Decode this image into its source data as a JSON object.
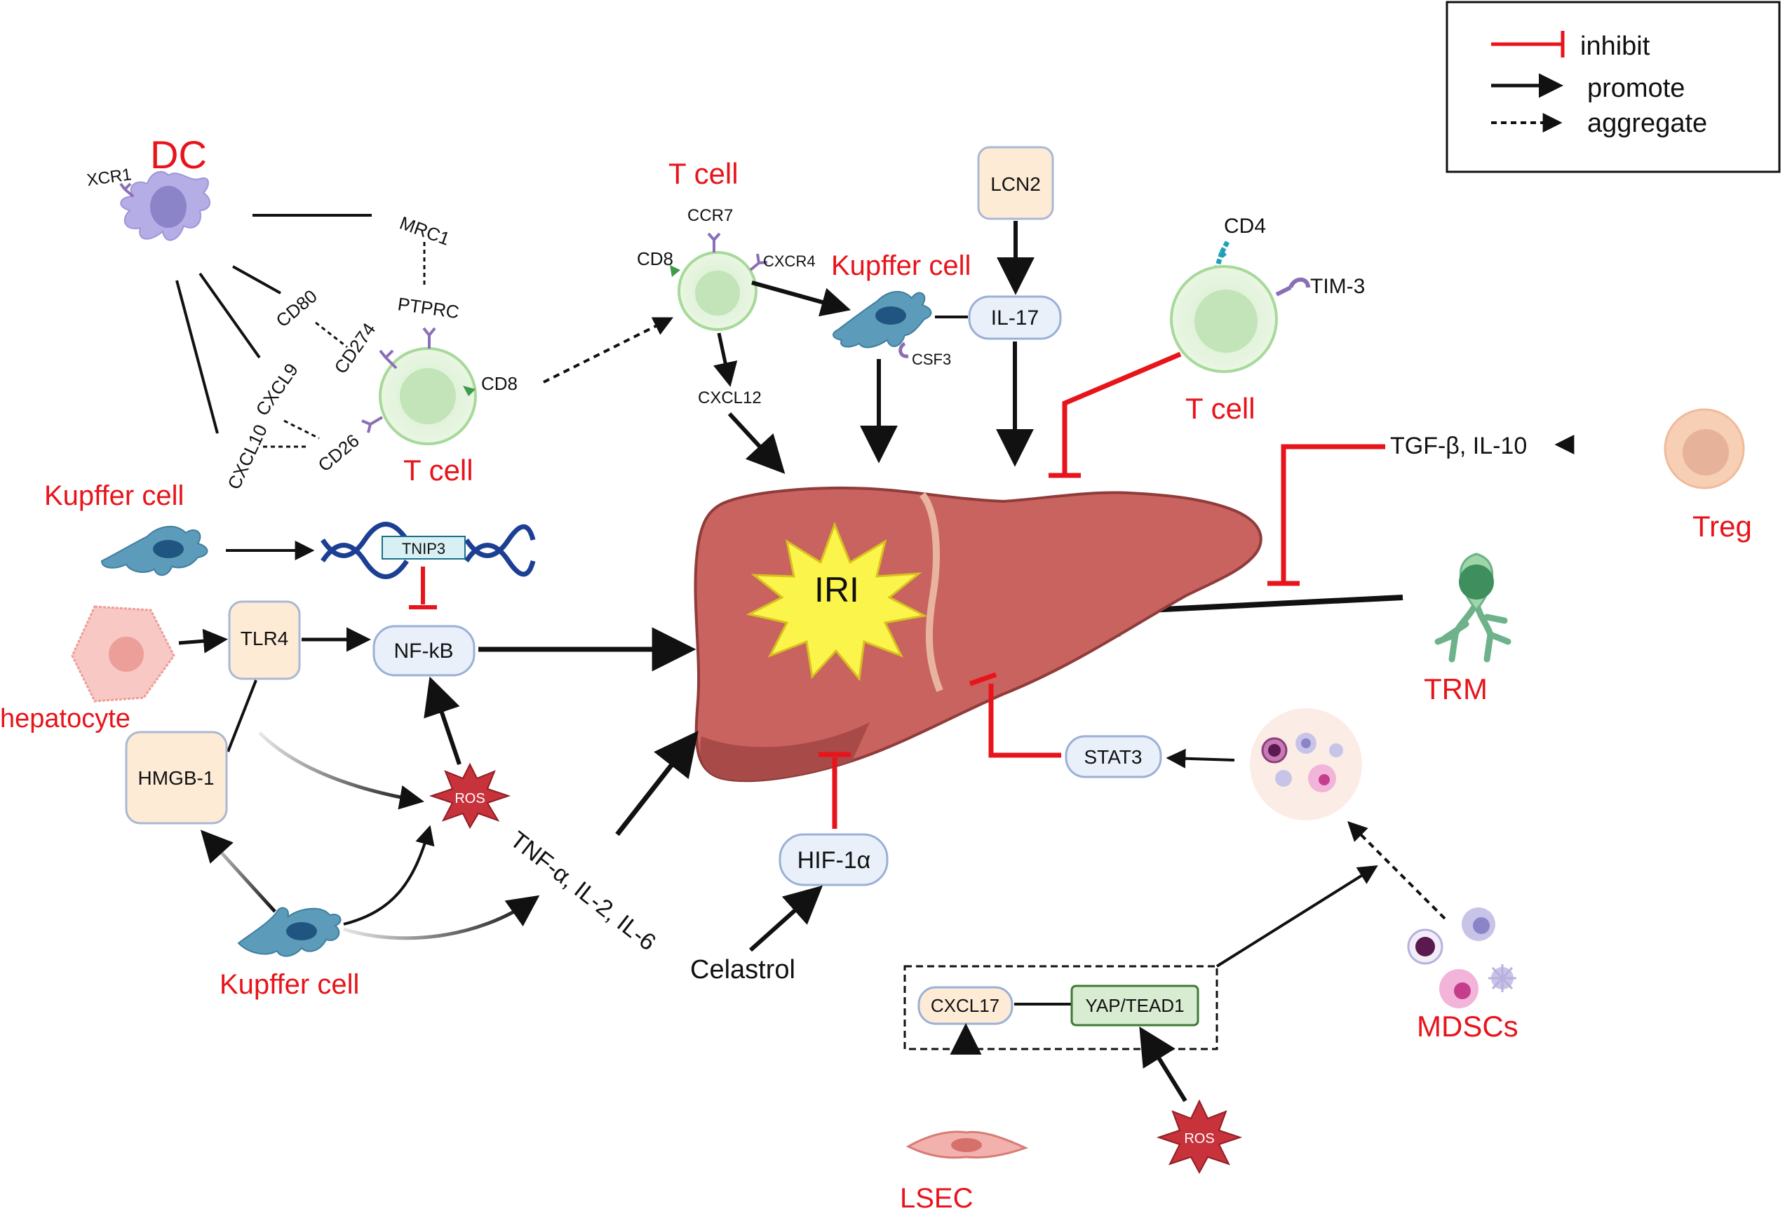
{
  "legend": {
    "inhibit": "inhibit",
    "promote": "promote",
    "aggregate": "aggregate"
  },
  "cells": {
    "dc": "DC",
    "t_cell_left": "T cell",
    "t_cell_top": "T cell",
    "t_cell_right": "T cell",
    "kupffer_top": "Kupffer cell",
    "kupffer_left": "Kupffer cell",
    "kupffer_bottom": "Kupffer cell",
    "hepatocyte": "hepatocyte",
    "treg": "Treg",
    "trm": "TRM",
    "mdscs": "MDSCs",
    "lsec": "LSEC"
  },
  "markers": {
    "xcr1": "XCR1",
    "mrc1": "MRC1",
    "ptprc": "PTPRC",
    "cd80": "CD80",
    "cd274": "CD274",
    "cxcl9": "CXCL9",
    "cxcl10": "CXCL10",
    "cd26": "CD26",
    "cd8_left": "CD8",
    "ccr7": "CCR7",
    "cd8_top": "CD8",
    "cxcr4": "CXCR4",
    "cxcl12": "CXCL12",
    "csf3": "CSF3",
    "cd4": "CD4",
    "tim3": "TIM-3"
  },
  "molecules": {
    "lcn2": "LCN2",
    "il17": "IL-17",
    "tnip3": "TNIP3",
    "tlr4": "TLR4",
    "nfkb": "NF-kB",
    "hmgb1": "HMGB-1",
    "ros_left": "ROS",
    "ros_bottom": "ROS",
    "cytokines": "TNF-α, IL-2, IL-6",
    "hif1a": "HIF-1α",
    "celastrol": "Celastrol",
    "stat3": "STAT3",
    "tgf_il10": "TGF-β, IL-10",
    "cxcl17": "CXCL17",
    "yap_tead1": "YAP/TEAD1"
  },
  "liver": {
    "label": "IRI"
  },
  "colors": {
    "inhibit": "#e8141b",
    "promote": "#111111",
    "liver": "#c9635f",
    "iri_burst": "#fbf44a",
    "box_blue": "#e9f0fa",
    "box_peach": "#fdebd6",
    "box_green": "#d8ecd1"
  }
}
